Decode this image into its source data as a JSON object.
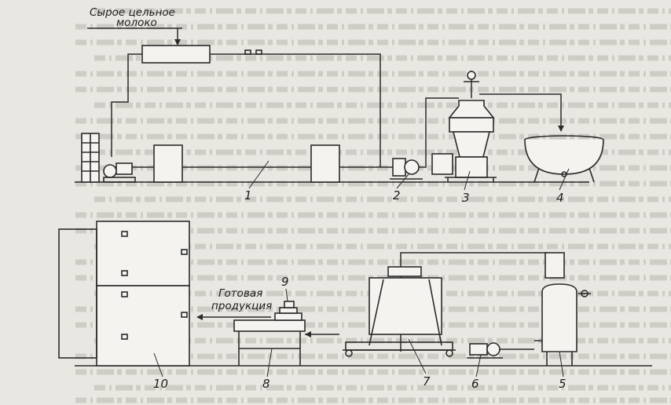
{
  "captions": {
    "raw_milk_line1": "Сырое цельное",
    "raw_milk_line2": "молоко",
    "product_line1": "Готовая",
    "product_line2": "продукция"
  },
  "callouts": [
    "1",
    "2",
    "3",
    "4",
    "5",
    "6",
    "7",
    "8",
    "9",
    "10"
  ]
}
